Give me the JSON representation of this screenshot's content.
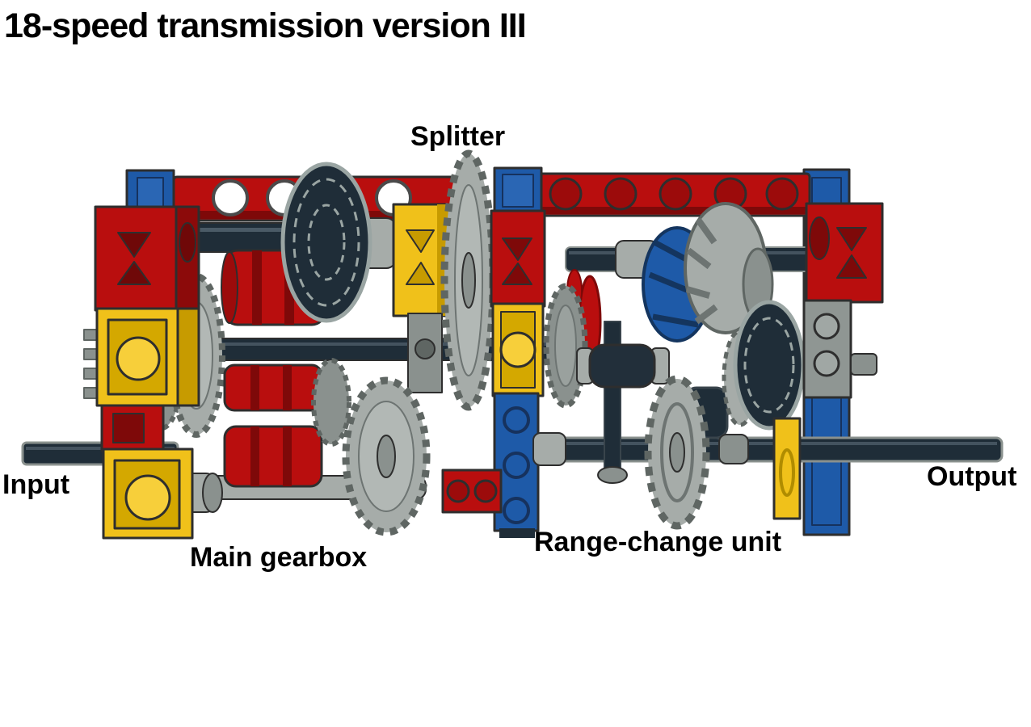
{
  "title": "18-speed transmission version III",
  "labels": {
    "splitter": "Splitter",
    "input": "Input",
    "output": "Output",
    "main_gearbox": "Main gearbox",
    "range_change": "Range-change unit"
  },
  "diagram": {
    "type": "lego-technic-transmission-render",
    "components": [
      "Input shaft",
      "Main gearbox",
      "Splitter",
      "Range-change unit",
      "Output shaft"
    ],
    "colors": {
      "lego_red": "#b90e0e",
      "lego_dark_red": "#7e0909",
      "lego_blue": "#1e5aa8",
      "lego_yellow": "#f0c11a",
      "light_gray": "#a6aca9",
      "medium_gray": "#8a918e",
      "dark_gray": "#5f6663",
      "dark_navy": "#1f2d38",
      "background": "#ffffff"
    }
  }
}
